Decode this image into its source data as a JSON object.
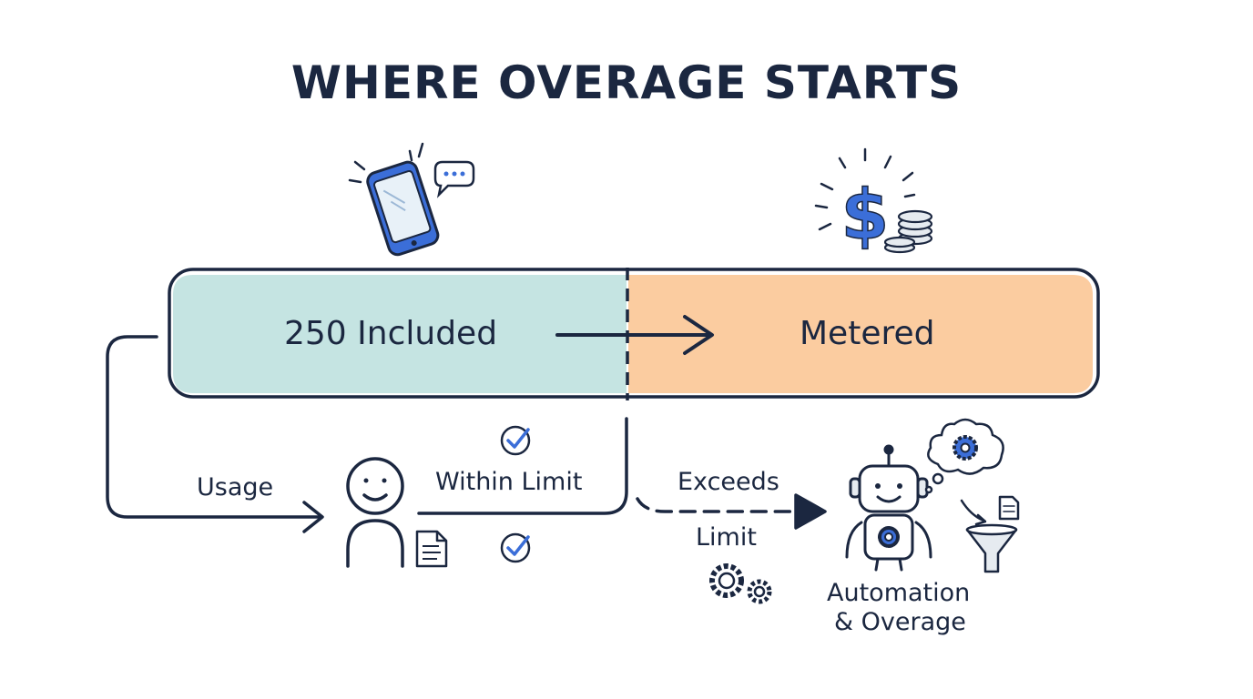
{
  "title": "WHERE OVERAGE STARTS",
  "bar": {
    "included_label": "250 Included",
    "metered_label": "Metered",
    "included_color": "#c5e4e2",
    "metered_color": "#fbcca0",
    "outline_color": "#1b2740",
    "accent_color": "#3b6ed8"
  },
  "flow": {
    "usage_label": "Usage",
    "within_limit_label": "Within Limit",
    "exceeds_label": "Exceeds",
    "limit_label": "Limit",
    "automation_label_line1": "Automation",
    "automation_label_line2": "& Overage"
  },
  "icons": {
    "phone": "smartphone-icon",
    "chat": "chat-bubble-icon",
    "dollar": "dollar-sign-icon",
    "coins": "coin-stack-icon",
    "person": "person-icon",
    "document": "document-icon",
    "check": "checkmark-circle-icon",
    "gears": "gears-icon",
    "robot": "robot-icon",
    "thought": "thought-bubble-icon",
    "funnel": "funnel-icon"
  }
}
